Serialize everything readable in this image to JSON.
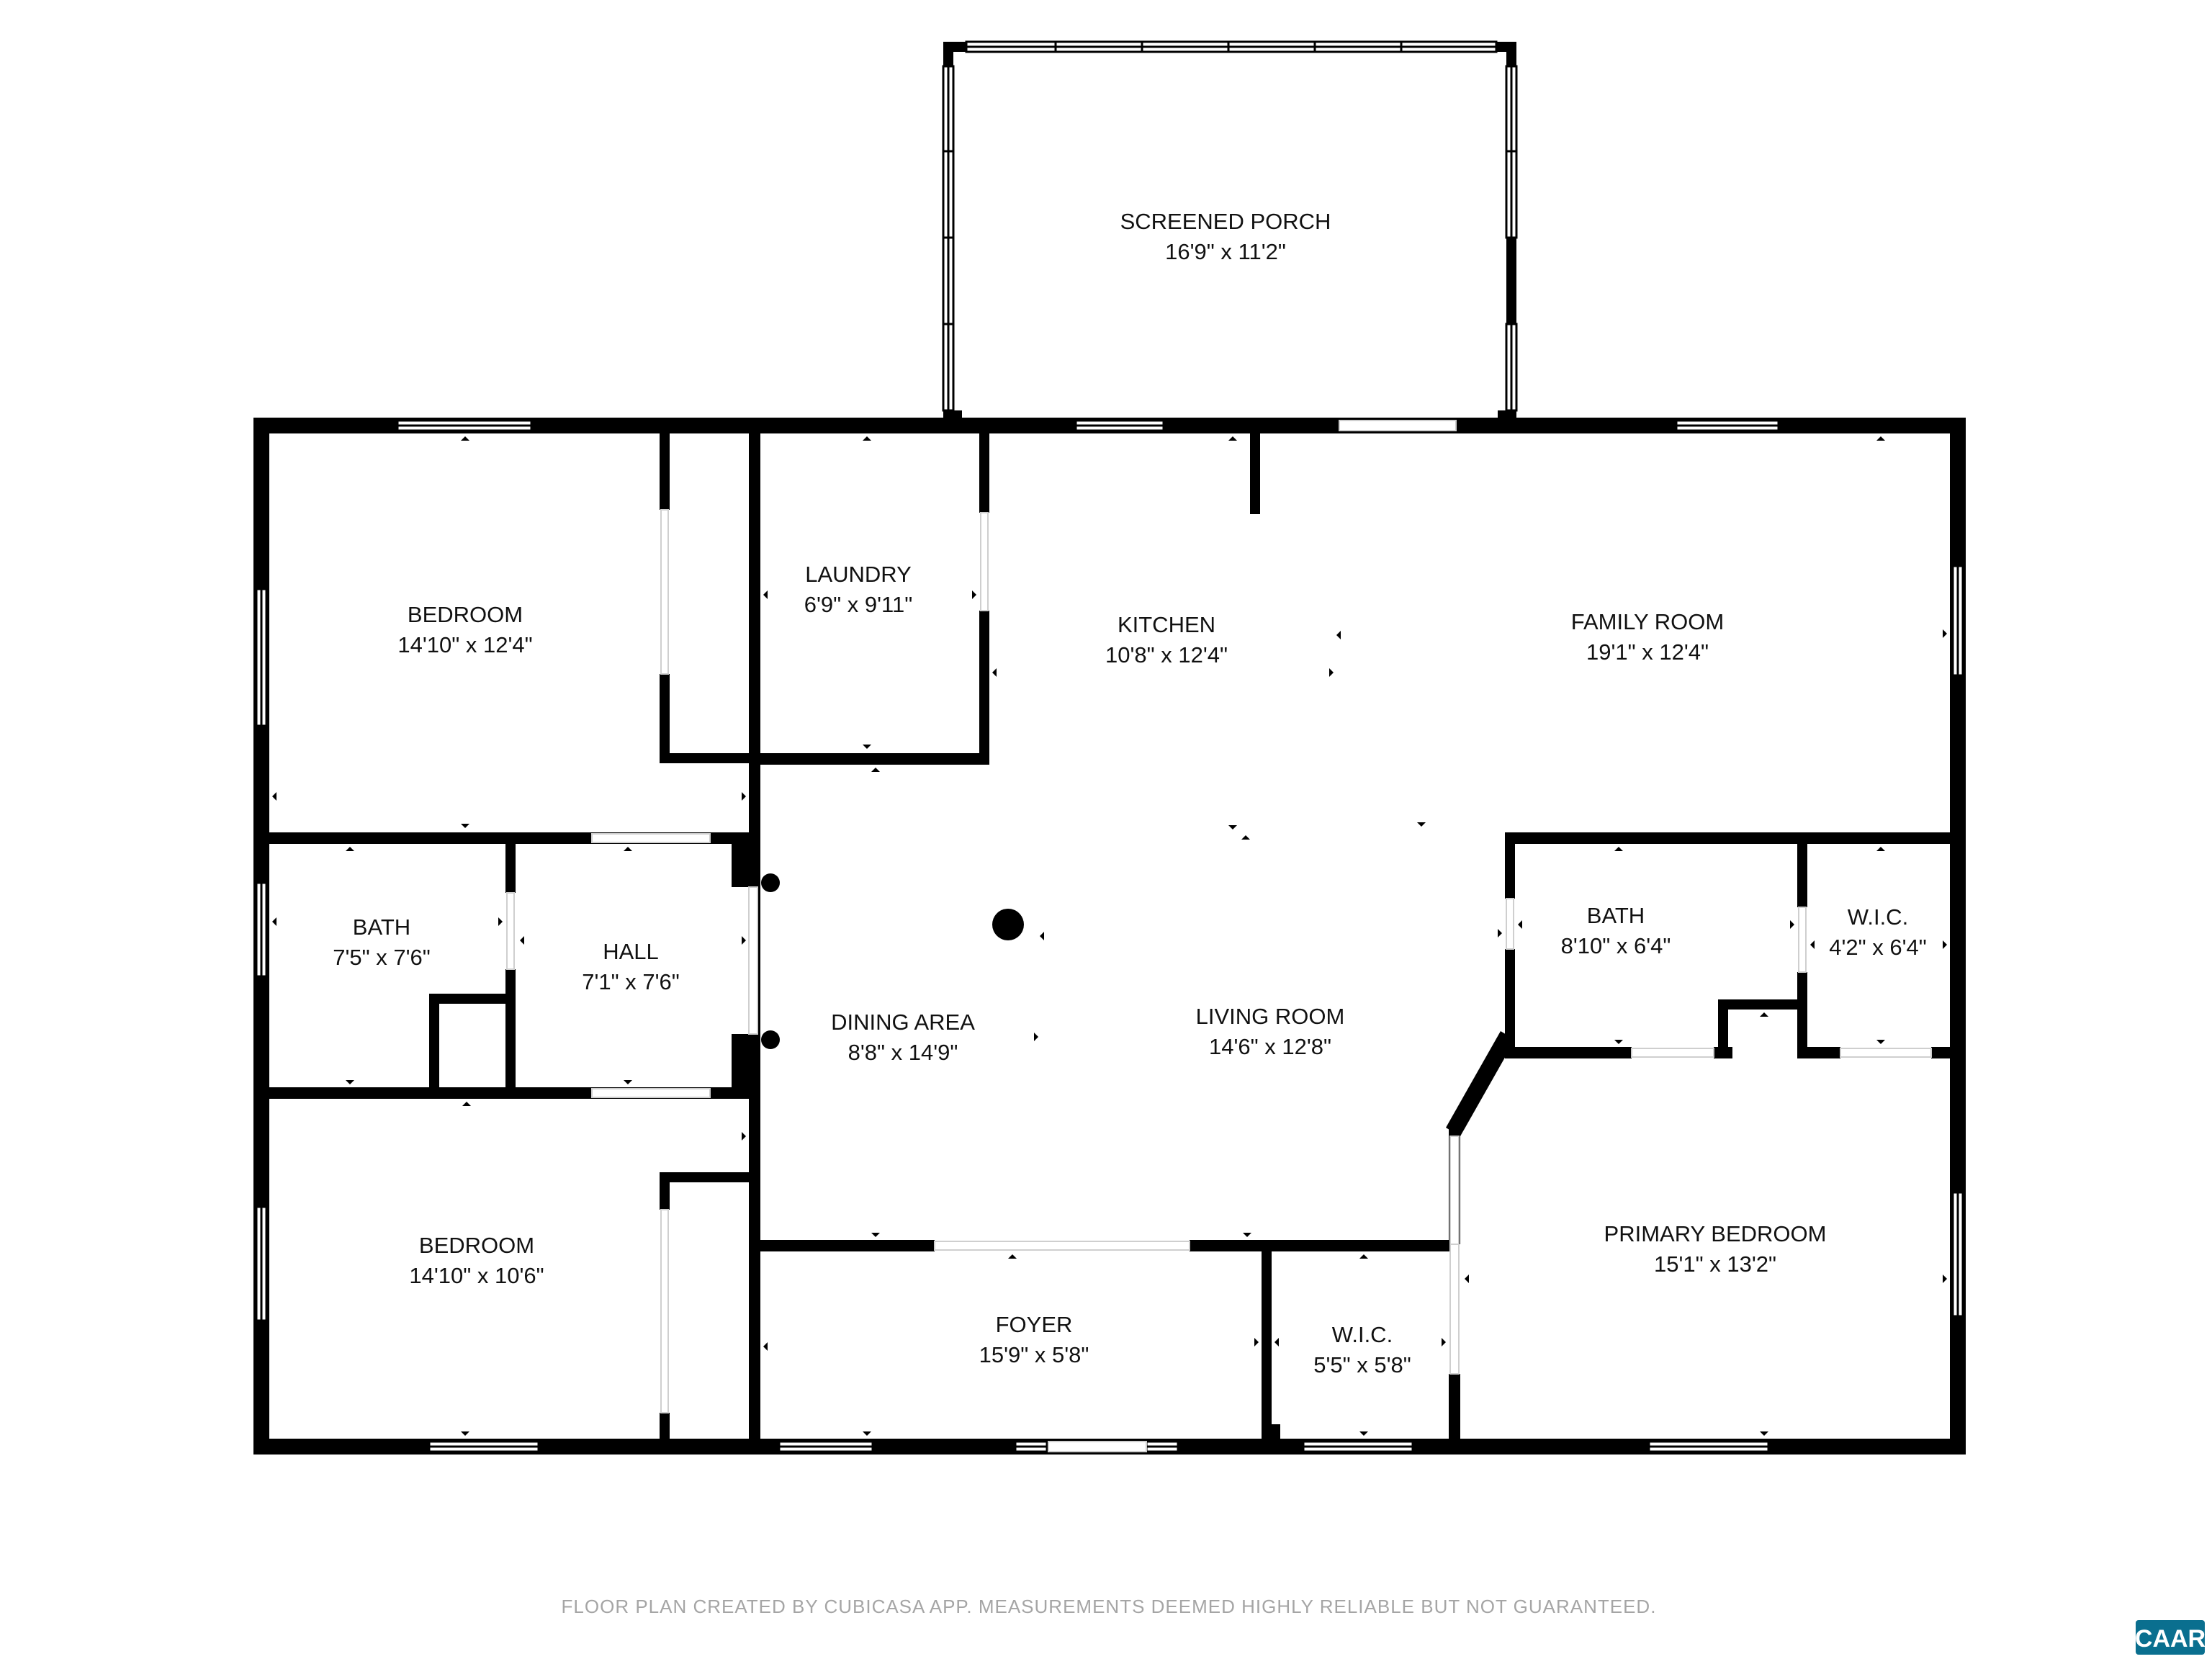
{
  "rooms": [
    {
      "name": "SCREENED PORCH",
      "dims": "16'9\" x 11'2\""
    },
    {
      "name": "BEDROOM",
      "dims": "14'10\" x 12'4\""
    },
    {
      "name": "LAUNDRY",
      "dims": "6'9\" x 9'11\""
    },
    {
      "name": "KITCHEN",
      "dims": "10'8\" x 12'4\""
    },
    {
      "name": "FAMILY ROOM",
      "dims": "19'1\" x 12'4\""
    },
    {
      "name": "BATH",
      "dims": "7'5\" x 7'6\""
    },
    {
      "name": "HALL",
      "dims": "7'1\" x 7'6\""
    },
    {
      "name": "BATH",
      "dims": "8'10\" x 6'4\""
    },
    {
      "name": "W.I.C.",
      "dims": "4'2\" x 6'4\""
    },
    {
      "name": "DINING AREA",
      "dims": "8'8\" x 14'9\""
    },
    {
      "name": "LIVING ROOM",
      "dims": "14'6\" x 12'8\""
    },
    {
      "name": "BEDROOM",
      "dims": "14'10\" x 10'6\""
    },
    {
      "name": "PRIMARY BEDROOM",
      "dims": "15'1\" x 13'2\""
    },
    {
      "name": "FOYER",
      "dims": "15'9\" x 5'8\""
    },
    {
      "name": "W.I.C.",
      "dims": "5'5\" x 5'8\""
    }
  ],
  "disclaimer": "FLOOR PLAN CREATED BY CUBICASA APP. MEASUREMENTS DEEMED HIGHLY RELIABLE BUT NOT GUARANTEED.",
  "logo": "CAAR",
  "colors": {
    "wall": "#000000",
    "background": "#ffffff",
    "disclaimer": "#a5a5a5",
    "logo": "#0a6f8f"
  }
}
